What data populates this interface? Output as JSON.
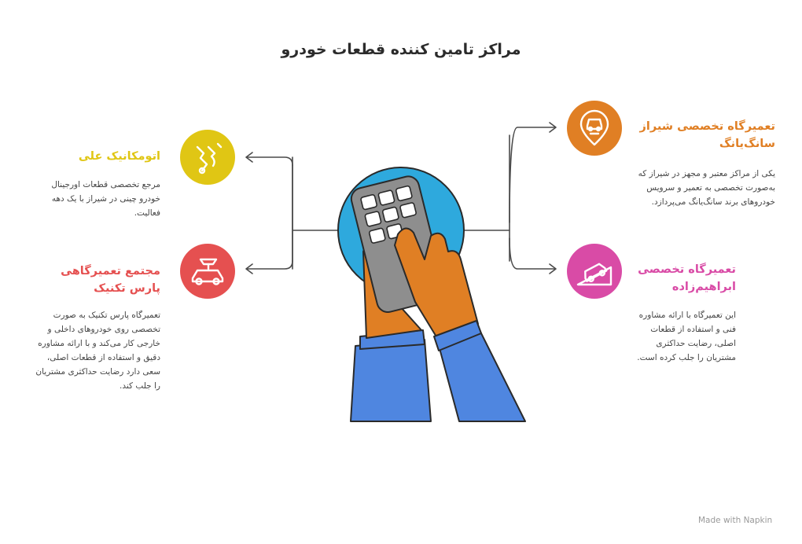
{
  "title": "مراکز تامین کننده قطعات خودرو",
  "items": [
    {
      "heading": "اتومکانیک علی",
      "description": "مرجع تخصصی قطعات اورجینال خودرو چینی در شیراز با یک دهه فعالیت.",
      "color": "#E0C614",
      "icon": "car-parts-icon"
    },
    {
      "heading": "مجتمع تعمیرگاهی پارس تکنیک",
      "description": "تعمیرگاه پارس تکنیک به صورت تخصصی روی خودروهای داخلی و خارجی کار می‌کند و با ارائه مشاوره دقیق و استفاده از قطعات اصلی، سعی دارد رضایت حداکثری مشتریان را جلب کند.",
      "color": "#E55050",
      "icon": "car-lift-icon"
    },
    {
      "heading": "تعمیرگاه تخصصی شیراز سانگ‌یانگ",
      "description": "یکی از مراکز معتبر و مجهز در شیراز که به‌صورت تخصصی به تعمیر و سرویس خودروهای برند سانگ‌یانگ می‌پردازد.",
      "color": "#E07F24",
      "icon": "car-service-pin-icon"
    },
    {
      "heading": "تعمیرگاه تخصصی ابراهیم‌زاده",
      "description": "این تعمیرگاه با ارائه مشاوره فنی و استفاده از قطعات اصلی، رضایت حداکثری مشتریان را جلب کرده است.",
      "color": "#D94BA6",
      "icon": "car-ramp-icon"
    }
  ],
  "center_icon": "hands-calculator-icon",
  "footer": "Made with Napkin"
}
